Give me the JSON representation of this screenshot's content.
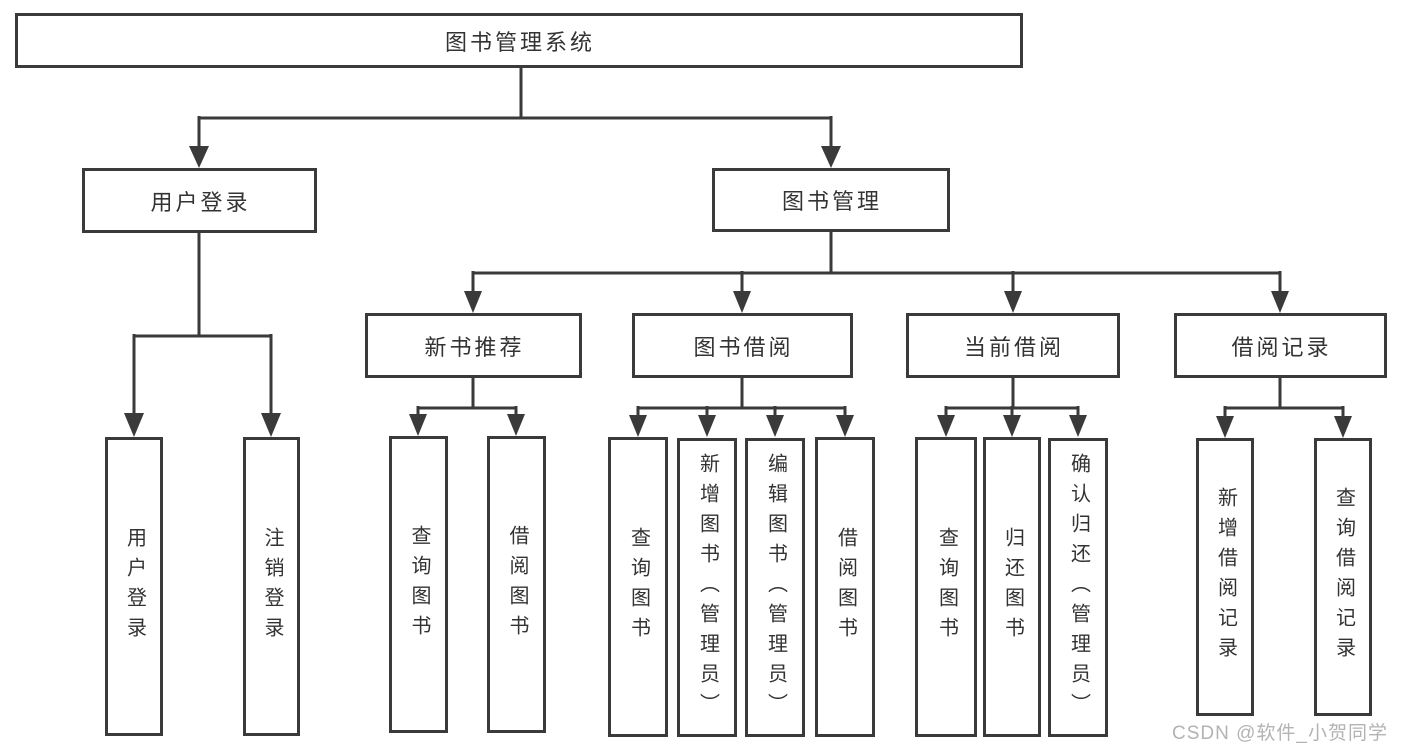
{
  "diagram": {
    "root": {
      "label": "图书管理系统"
    },
    "branches": [
      {
        "label": "用户登录",
        "children": [
          {
            "label": "用户登录"
          },
          {
            "label": "注销登录"
          }
        ]
      },
      {
        "label": "图书管理",
        "sections": [
          {
            "label": "新书推荐",
            "children": [
              {
                "label": "查询图书"
              },
              {
                "label": "借阅图书"
              }
            ]
          },
          {
            "label": "图书借阅",
            "children": [
              {
                "label": "查询图书"
              },
              {
                "label": "新增图书（管理员）"
              },
              {
                "label": "编辑图书（管理员）"
              },
              {
                "label": "借阅图书"
              }
            ]
          },
          {
            "label": "当前借阅",
            "children": [
              {
                "label": "查询图书"
              },
              {
                "label": "归还图书"
              },
              {
                "label": "确认归还（管理员）"
              }
            ]
          },
          {
            "label": "借阅记录",
            "children": [
              {
                "label": "新增借阅记录"
              },
              {
                "label": "查询借阅记录"
              }
            ]
          }
        ]
      }
    ]
  },
  "watermark": {
    "text": "CSDN @软件_小贺同学"
  },
  "colors": {
    "line": "#3a3a3a",
    "box_border": "#3a3a3a",
    "text": "#333333",
    "watermark": "#b3b3b3",
    "background": "#ffffff"
  }
}
